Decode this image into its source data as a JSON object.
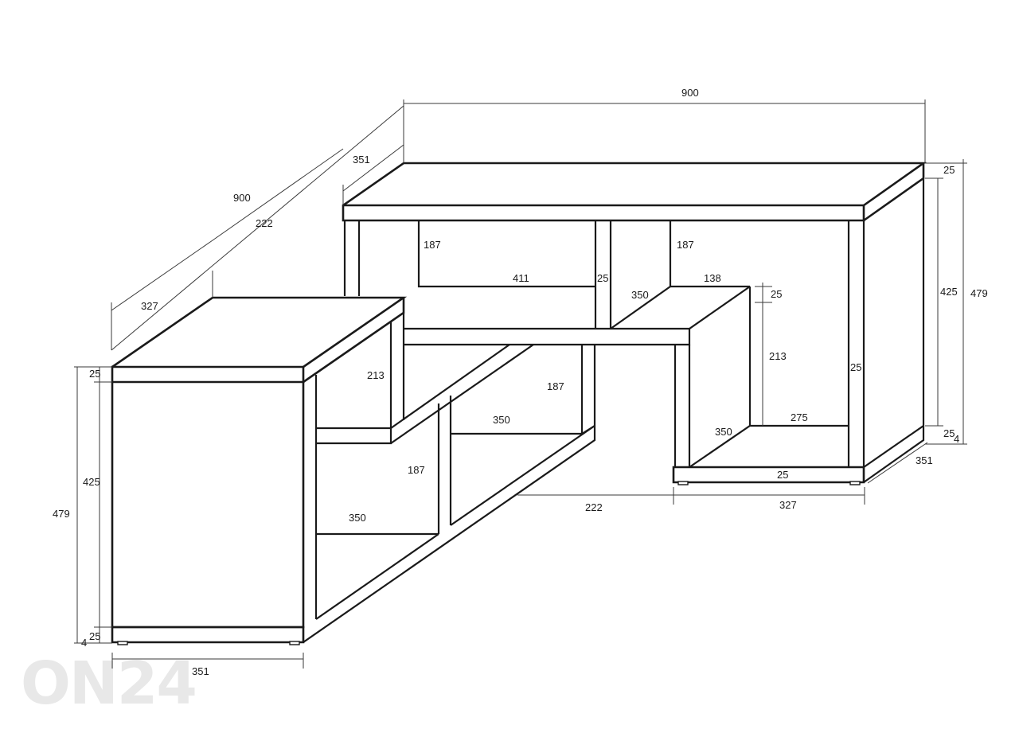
{
  "watermark": {
    "text": "ON24"
  },
  "dimensions": {
    "total_width_top": "900",
    "total_width_side": "900",
    "depth_back_top": "351",
    "back_run_side": "222",
    "left_depth_top": "327",
    "top_thickness_left": "25",
    "height_inner_left": "425",
    "height_total_left": "479",
    "bottom_thickness_left": "25",
    "foot_left": "4",
    "left_width_bottom": "351",
    "right_top_thickness": "25",
    "right_inner_height": "425",
    "right_total_height": "479",
    "right_bottom_thickness": "25",
    "right_foot": "4",
    "right_depth_bottom": "351",
    "back_compartment_left_height": "187",
    "back_compartment_right_height": "187",
    "back_shelf_width": "411",
    "back_divider_thickness": "25",
    "back_shelf_depth": "350",
    "small_top_width": "138",
    "small_top_thickness": "25",
    "right_block_inner_height": "213",
    "right_side_thickness": "25",
    "right_block_bottom_width": "275",
    "right_block_depth": "350",
    "right_bottom_board": "25",
    "bottom_run": "222",
    "right_width_bottom": "327",
    "left_upper_compartment_height": "213",
    "front_upper_compartment_height": "187",
    "front_upper_shelf_depth": "350",
    "front_lower_compartment_height": "187",
    "front_lower_shelf_depth": "350"
  }
}
